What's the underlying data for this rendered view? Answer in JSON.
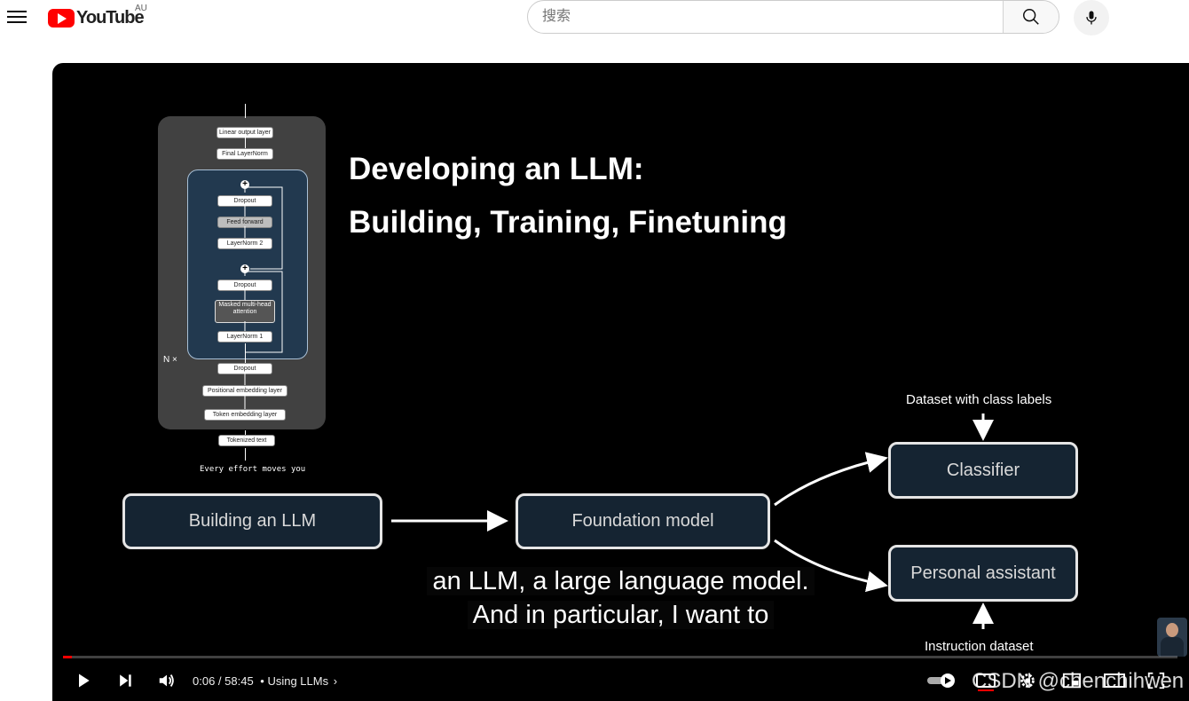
{
  "header": {
    "logo_text": "YouTube",
    "region": "AU",
    "search_placeholder": "搜索"
  },
  "slide": {
    "title_line1": "Developing an LLM:",
    "title_line2": "Building, Training, Finetuning",
    "arch": {
      "linear_output": "Linear output layer",
      "final_layernorm": "Final LayerNorm",
      "dropout_top": "Dropout",
      "feed_forward": "Feed forward",
      "layernorm2": "LayerNorm 2",
      "dropout_mid": "Dropout",
      "masked_attention": "Masked multi-head attention",
      "layernorm1": "LayerNorm 1",
      "dropout_bottom": "Dropout",
      "positional": "Positional embedding layer",
      "token": "Token embedding layer",
      "tokenized": "Tokenized text",
      "nx": "N ×",
      "input_text": "Every effort moves you"
    },
    "nodes": {
      "building": "Building an LLM",
      "foundation": "Foundation model",
      "classifier": "Classifier",
      "assistant": "Personal assistant"
    },
    "labels": {
      "dataset_class": "Dataset with class labels",
      "instruction": "Instruction dataset"
    }
  },
  "captions": {
    "line1": "an LLM, a large language model.",
    "line2": "And in particular, I want to"
  },
  "player": {
    "progress": 0.0017,
    "time": "0:06 / 58:45",
    "chapter": "• Using LLMs",
    "watermark": "CSDN @chenchihwen"
  }
}
